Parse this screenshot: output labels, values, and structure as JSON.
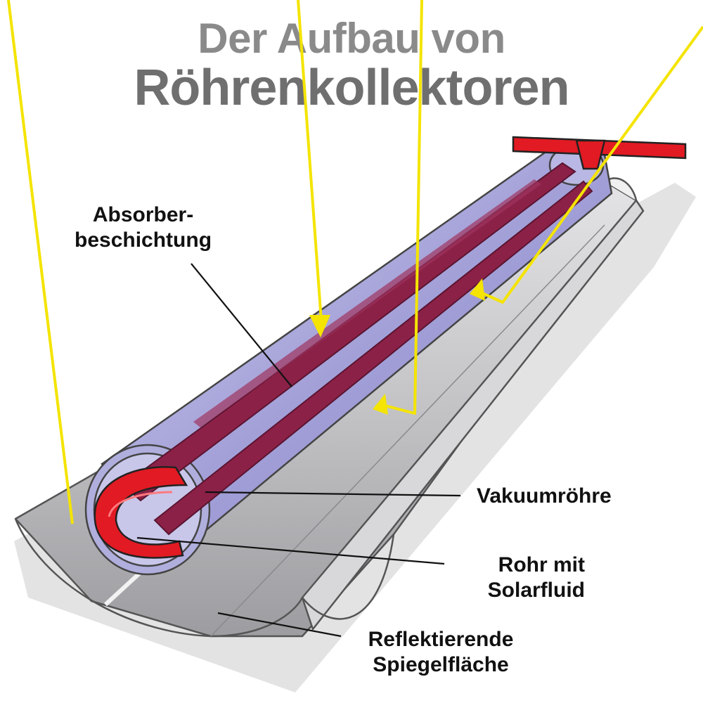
{
  "title": {
    "line1": "Der Aufbau von",
    "line2": "Röhrenkollektoren"
  },
  "labels": {
    "absorber": [
      "Absorber-",
      "beschichtung"
    ],
    "vacuum": "Vakuumröhre",
    "pipe": [
      "Rohr mit",
      "Solarfluid"
    ],
    "mirror": [
      "Reflektierende",
      "Spiegelfläche"
    ]
  },
  "colors": {
    "sunray": "#f4e400",
    "pipe_red": "#e21a23",
    "absorber_maroon": "#8c2148",
    "glass_tube": "#a7a4da",
    "mirror_gray": "#c9c9cb",
    "title_gray": "#6f6f6f"
  }
}
